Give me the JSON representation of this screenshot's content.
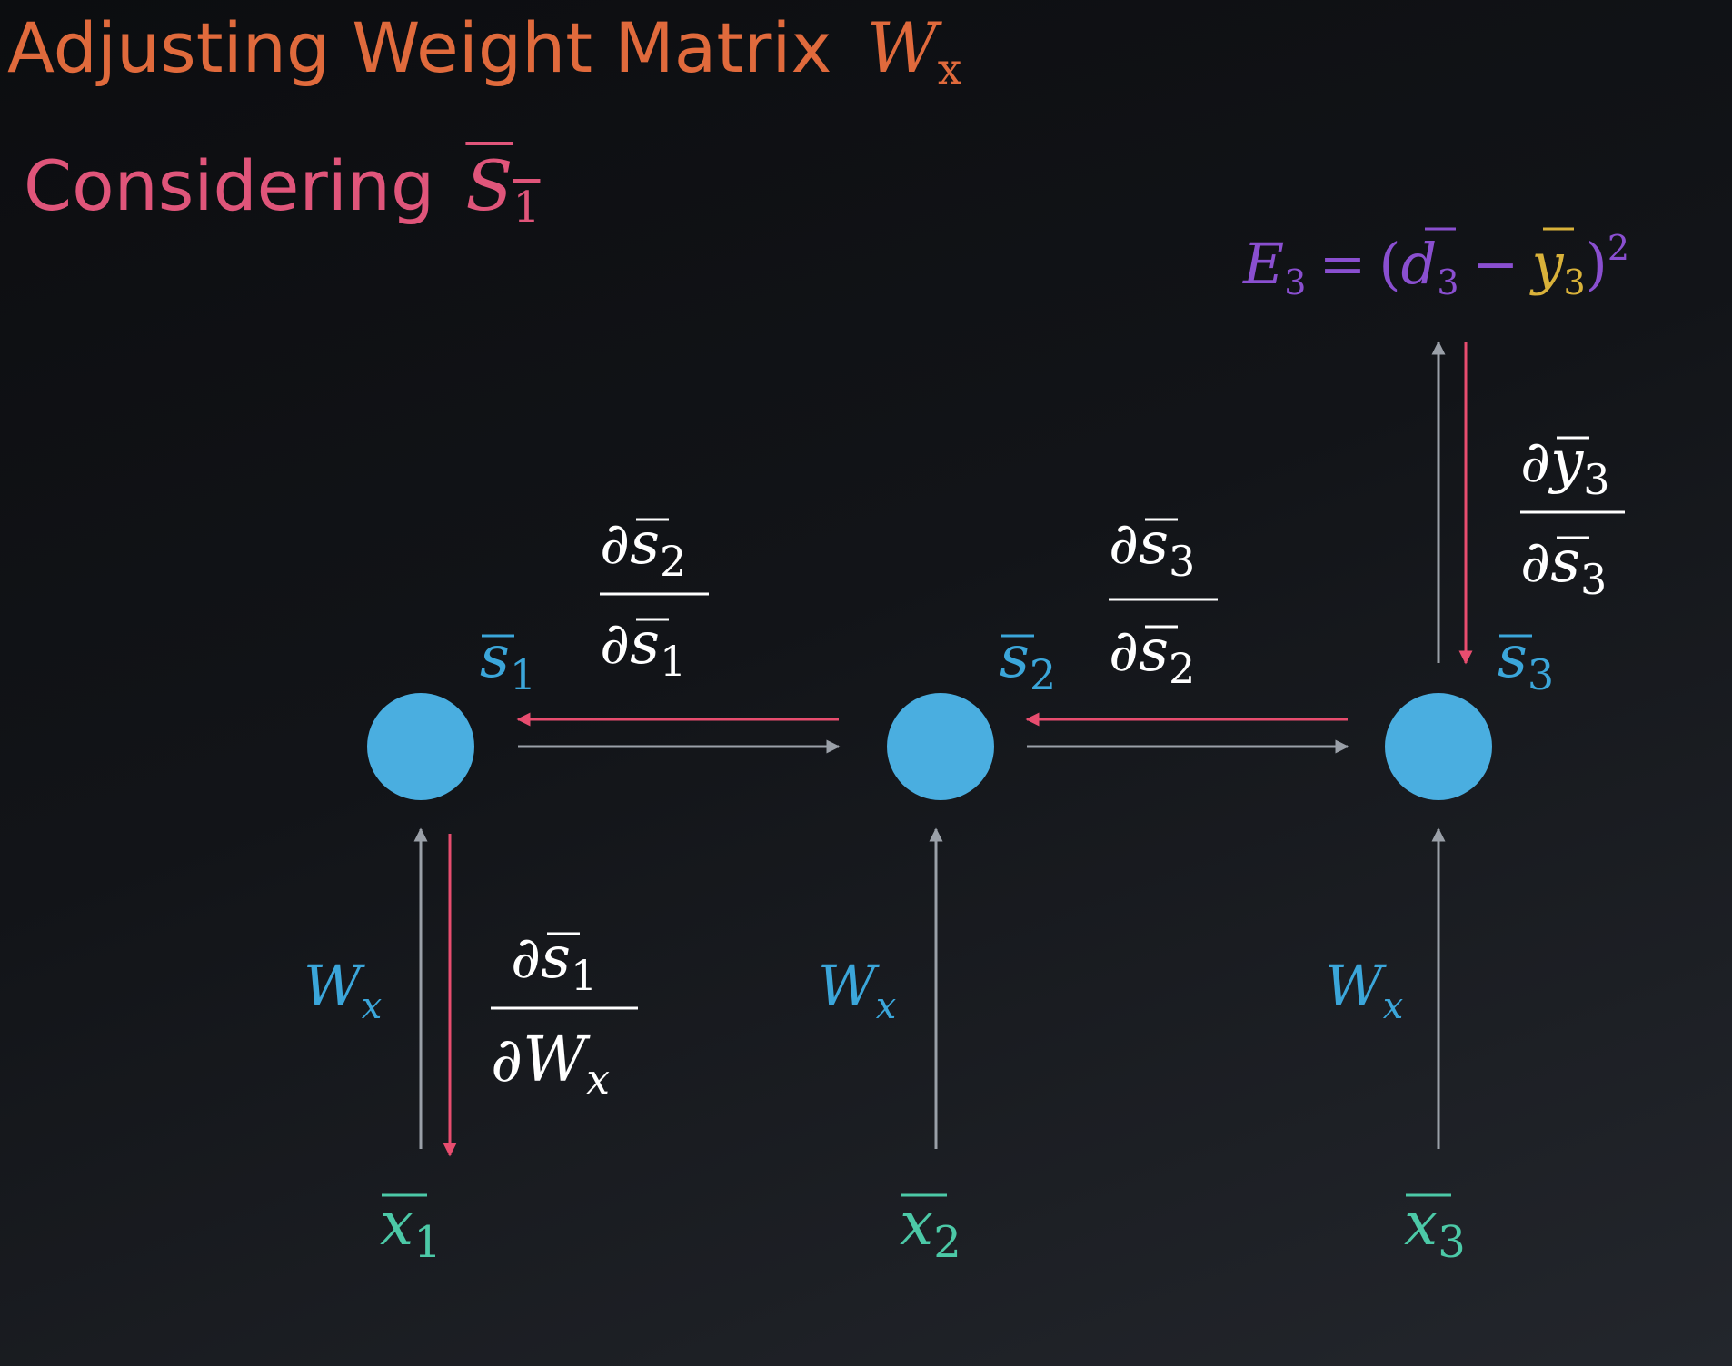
{
  "title": {
    "text": "Adjusting Weight Matrix",
    "symbol": "W",
    "symbol_sub": "x"
  },
  "subtitle": {
    "text": "Considering",
    "symbol": "S",
    "symbol_sub": "1"
  },
  "error": {
    "E": "E",
    "E_sub": "3",
    "eq": "=",
    "open": "(",
    "d": "d",
    "d_sub": "3",
    "minus": "−",
    "y": "y",
    "y_sub": "3",
    "close": ")",
    "power": "2"
  },
  "states": [
    {
      "sym": "s",
      "sub": "1"
    },
    {
      "sym": "s",
      "sub": "2"
    },
    {
      "sym": "s",
      "sub": "3"
    }
  ],
  "inputs": [
    {
      "sym": "x",
      "sub": "1"
    },
    {
      "sym": "x",
      "sub": "2"
    },
    {
      "sym": "x",
      "sub": "3"
    }
  ],
  "weights": [
    {
      "sym": "W",
      "sub": "x"
    },
    {
      "sym": "W",
      "sub": "x"
    },
    {
      "sym": "W",
      "sub": "x"
    }
  ],
  "derivatives": {
    "ds2_ds1": {
      "num": "∂s",
      "num_sub": "2",
      "den": "∂s",
      "den_sub": "1"
    },
    "ds3_ds2": {
      "num": "∂s",
      "num_sub": "3",
      "den": "∂s",
      "den_sub": "2"
    },
    "dy3_ds3": {
      "num": "∂y",
      "num_sub": "3",
      "den": "∂s",
      "den_sub": "3"
    },
    "ds1_dWx": {
      "num": "∂s",
      "num_sub": "1",
      "den": "∂W",
      "den_sub": "x"
    }
  },
  "colors": {
    "node": "#4aaee0",
    "title": "#e06a3c",
    "subtitle": "#e0557a",
    "pink_arrow": "#e84d6f",
    "gray_arrow": "#9aa0a8",
    "input": "#4cc9a7",
    "weight": "#3ba6da",
    "error": "#8a4fd0",
    "y3": "#d9b23a",
    "text": "#ffffff"
  }
}
